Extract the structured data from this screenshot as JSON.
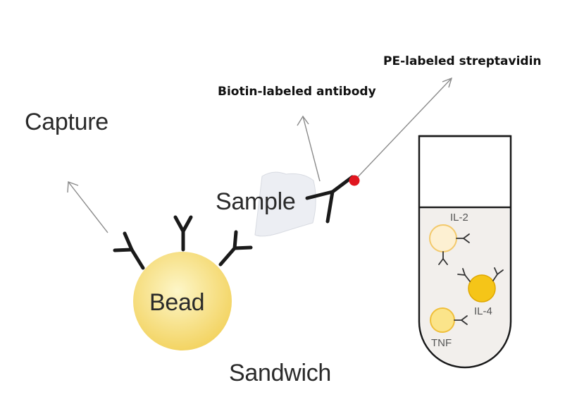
{
  "labels": {
    "capture": "Capture",
    "sample": "Sample",
    "bead": "Bead",
    "sandwich": "Sandwich",
    "biotin_antibody": "Biotin-labeled antibody",
    "pe_streptavidin": "PE-labeled streptavidin"
  },
  "tube": {
    "beads": [
      {
        "label": "IL-2"
      },
      {
        "label": "IL-4"
      },
      {
        "label": "TNF"
      }
    ]
  },
  "colors": {
    "bead_fill": "#f6df7a",
    "antibody": "#1a1a1a",
    "pe_dot": "#e0161f",
    "arrow": "#8a8a8a",
    "tube_liquid": "#f2efec",
    "il2_bead": "#fdf0d2",
    "il4_bead": "#f5c518",
    "tnf_bead": "#fbe48a"
  }
}
